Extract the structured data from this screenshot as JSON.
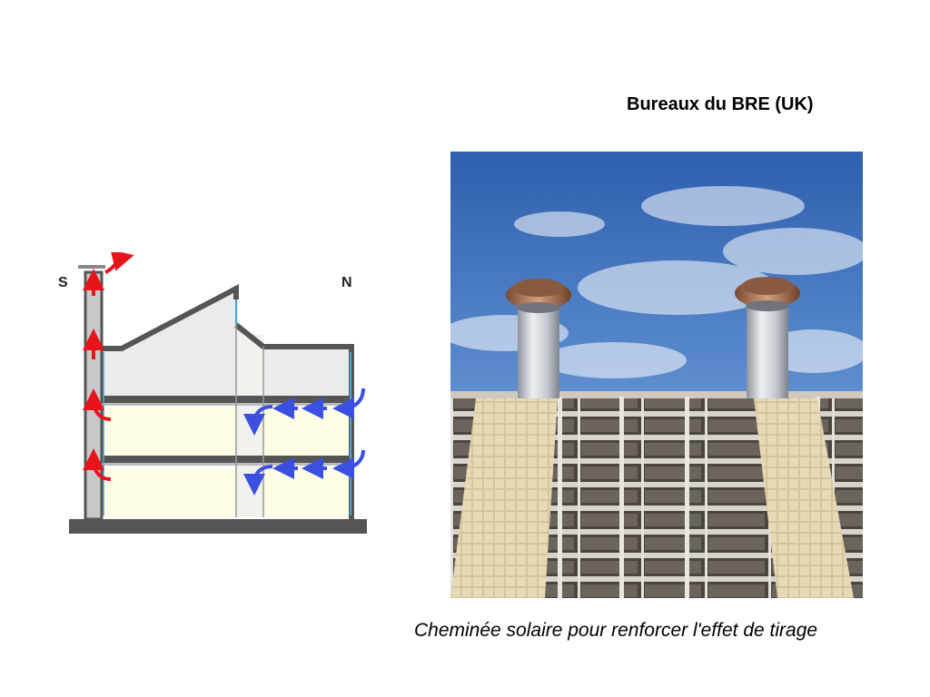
{
  "slide": {
    "title": "Bureaux du BRE (UK)",
    "caption": "Cheminée solaire pour renforcer l'effet de tirage"
  },
  "diagram": {
    "label_south": "S",
    "label_north": "N",
    "colors": {
      "warm_air": "#e8141c",
      "cool_air": "#3b4fe0",
      "structure": "#555555",
      "room_fill": "#fdfde6",
      "roof_space": "#ebebeb",
      "glazing": "#4aa3df"
    }
  },
  "photo": {
    "colors": {
      "sky": "#3f6fbf",
      "steel": "#c9ccd2",
      "glass_block": "#d9c79e"
    }
  }
}
